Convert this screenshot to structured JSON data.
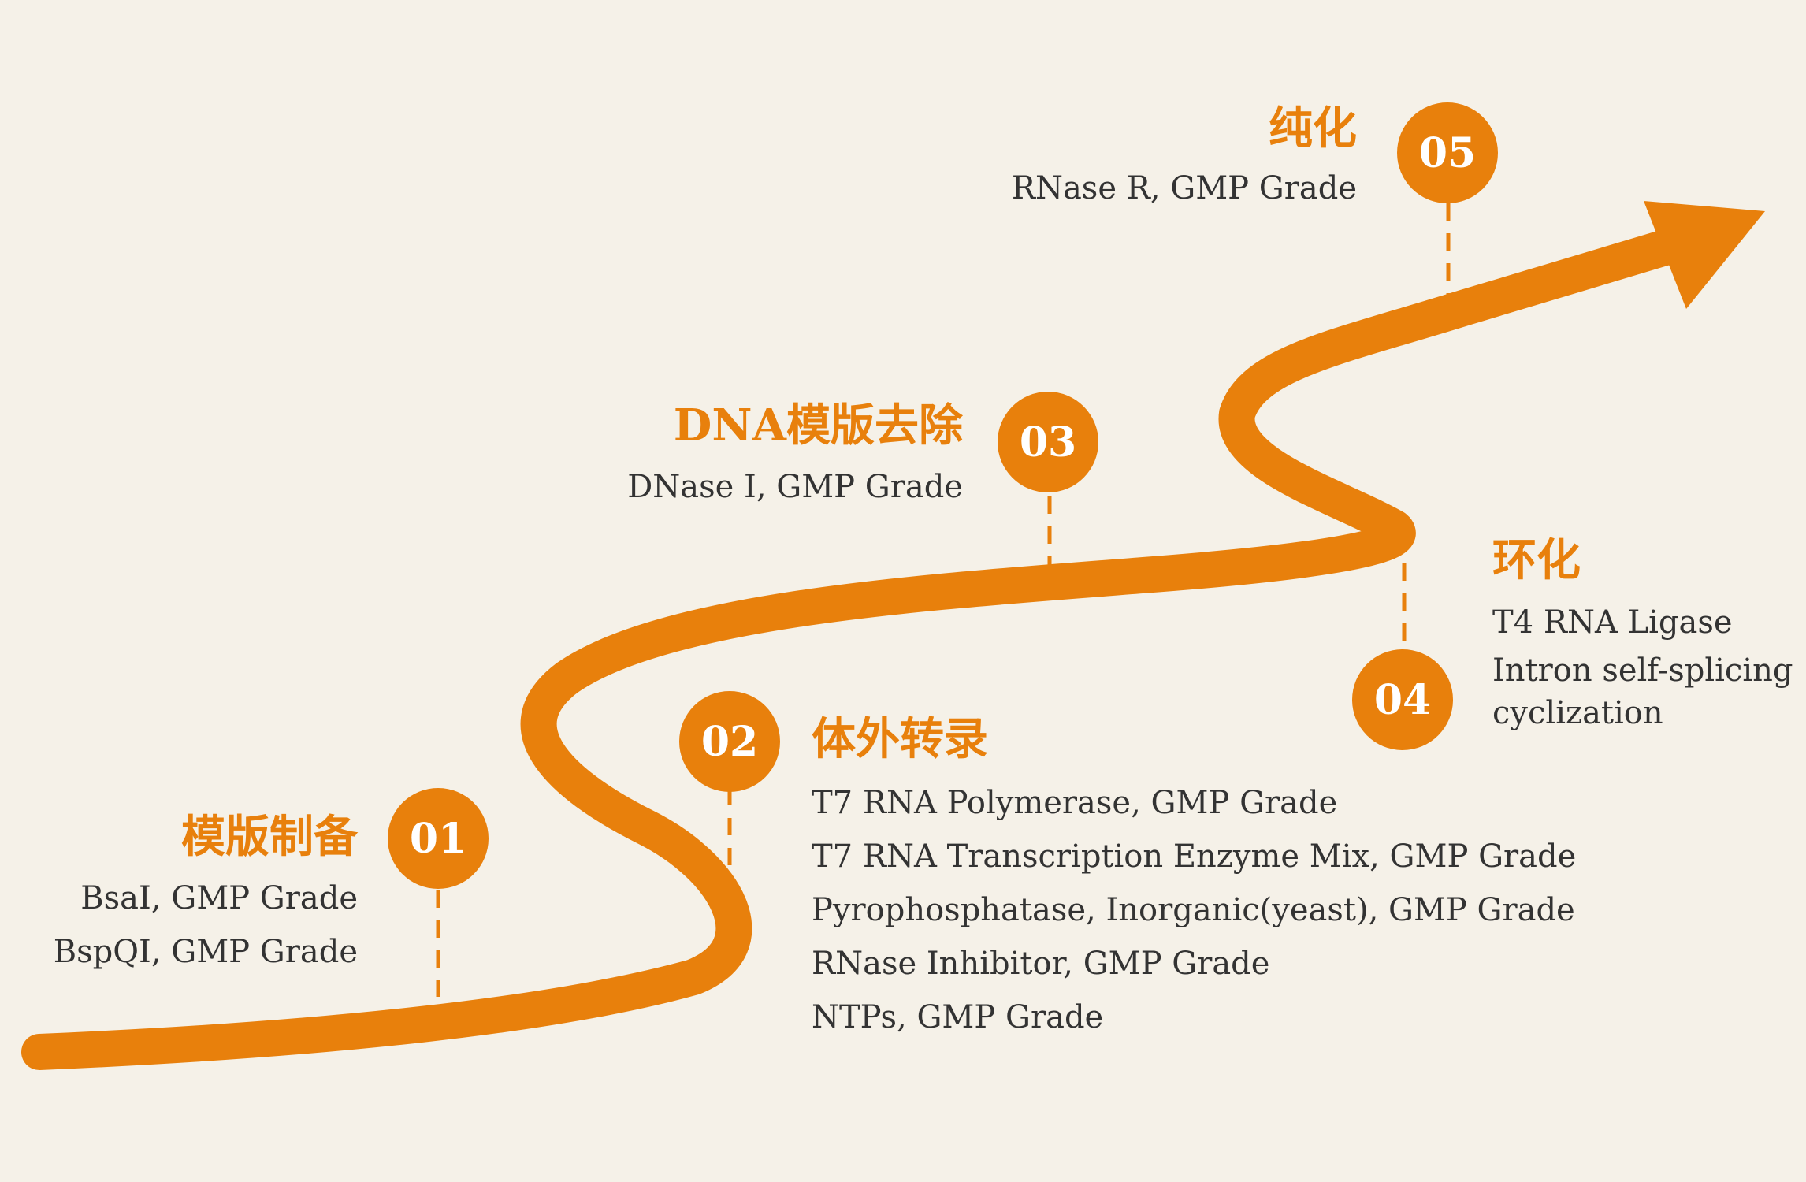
{
  "colors": {
    "accent": "#e8800c",
    "background": "#f5f1e8",
    "text": "#333333"
  },
  "steps": [
    {
      "number": "01",
      "title": "模版制备",
      "items": [
        "BsaI, GMP Grade",
        "BspQI, GMP Grade"
      ]
    },
    {
      "number": "02",
      "title": "体外转录",
      "items": [
        "T7 RNA Polymerase, GMP Grade",
        "T7 RNA Transcription Enzyme Mix, GMP Grade",
        "Pyrophosphatase, Inorganic(yeast), GMP Grade",
        "RNase Inhibitor, GMP Grade",
        "NTPs, GMP Grade"
      ]
    },
    {
      "number": "03",
      "title": "DNA模版去除",
      "items": [
        "DNase I, GMP Grade"
      ]
    },
    {
      "number": "04",
      "title": "环化",
      "items": [
        "T4 RNA Ligase",
        "Intron self-splicing",
        "cyclization"
      ]
    },
    {
      "number": "05",
      "title": "纯化",
      "items": [
        "RNase R, GMP Grade"
      ]
    }
  ]
}
